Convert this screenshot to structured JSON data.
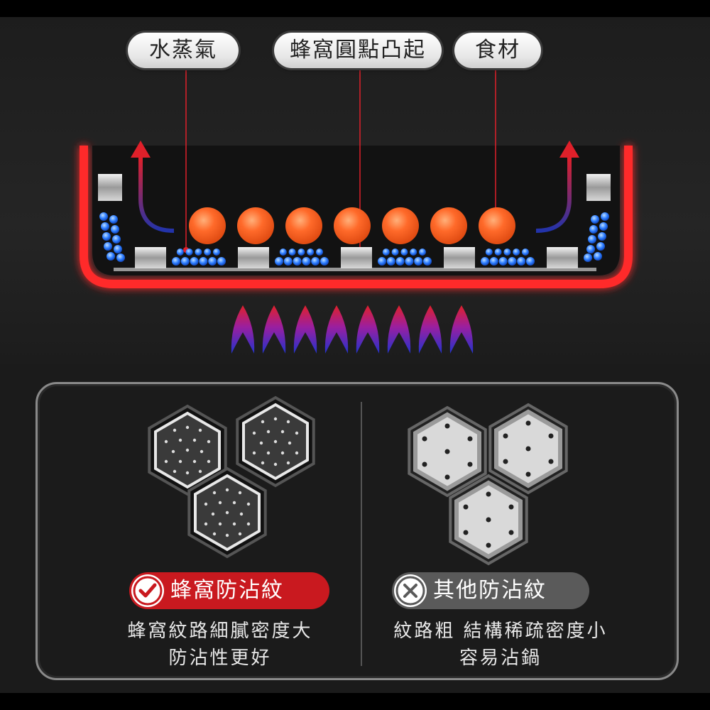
{
  "diagram": {
    "labels": {
      "steam": "水蒸氣",
      "honeycomb_dots": "蜂窩圓點凸起",
      "food": "食材"
    }
  },
  "comparison": {
    "good": {
      "title": "蜂窩防沾紋",
      "line1": "蜂窩紋路細膩密度大",
      "line2": "防沾性更好",
      "icon": "check-icon",
      "color": "#c9191f"
    },
    "bad": {
      "title": "其他防沾紋",
      "line1": "紋路粗 結構稀疏密度小",
      "line2": "容易沾鍋",
      "icon": "x-icon",
      "color": "#5a5a5a"
    }
  },
  "colors": {
    "pan_glow": "#ff2a2a",
    "food_orange": "#ff6a2a",
    "steam_blue": "#2a7bff",
    "flame_blue": "#2233cc",
    "flame_red": "#e0202a"
  }
}
